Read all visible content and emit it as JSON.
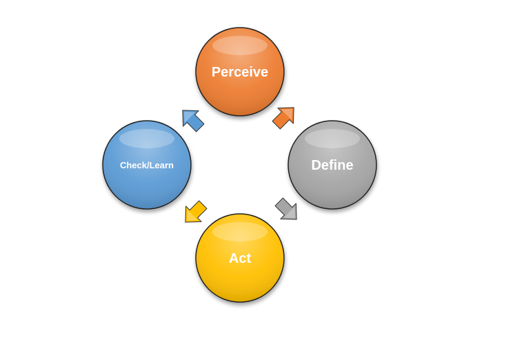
{
  "diagram": {
    "type": "cycle",
    "nodes": [
      {
        "id": "perceive",
        "label": "Perceive",
        "color": "#ED7D31"
      },
      {
        "id": "define",
        "label": "Define",
        "color": "#A5A5A5"
      },
      {
        "id": "act",
        "label": "Act",
        "color": "#FFC000"
      },
      {
        "id": "check",
        "label": "Check/Learn",
        "color": "#5B9BD5"
      }
    ],
    "edges": [
      {
        "from": "Perceive",
        "to": "Define",
        "color": "#ED7D31"
      },
      {
        "from": "Define",
        "to": "Act",
        "color": "#A5A5A5"
      },
      {
        "from": "Act",
        "to": "Check/Learn",
        "color": "#FFC000"
      },
      {
        "from": "Check/Learn",
        "to": "Perceive",
        "color": "#5B9BD5"
      }
    ]
  }
}
